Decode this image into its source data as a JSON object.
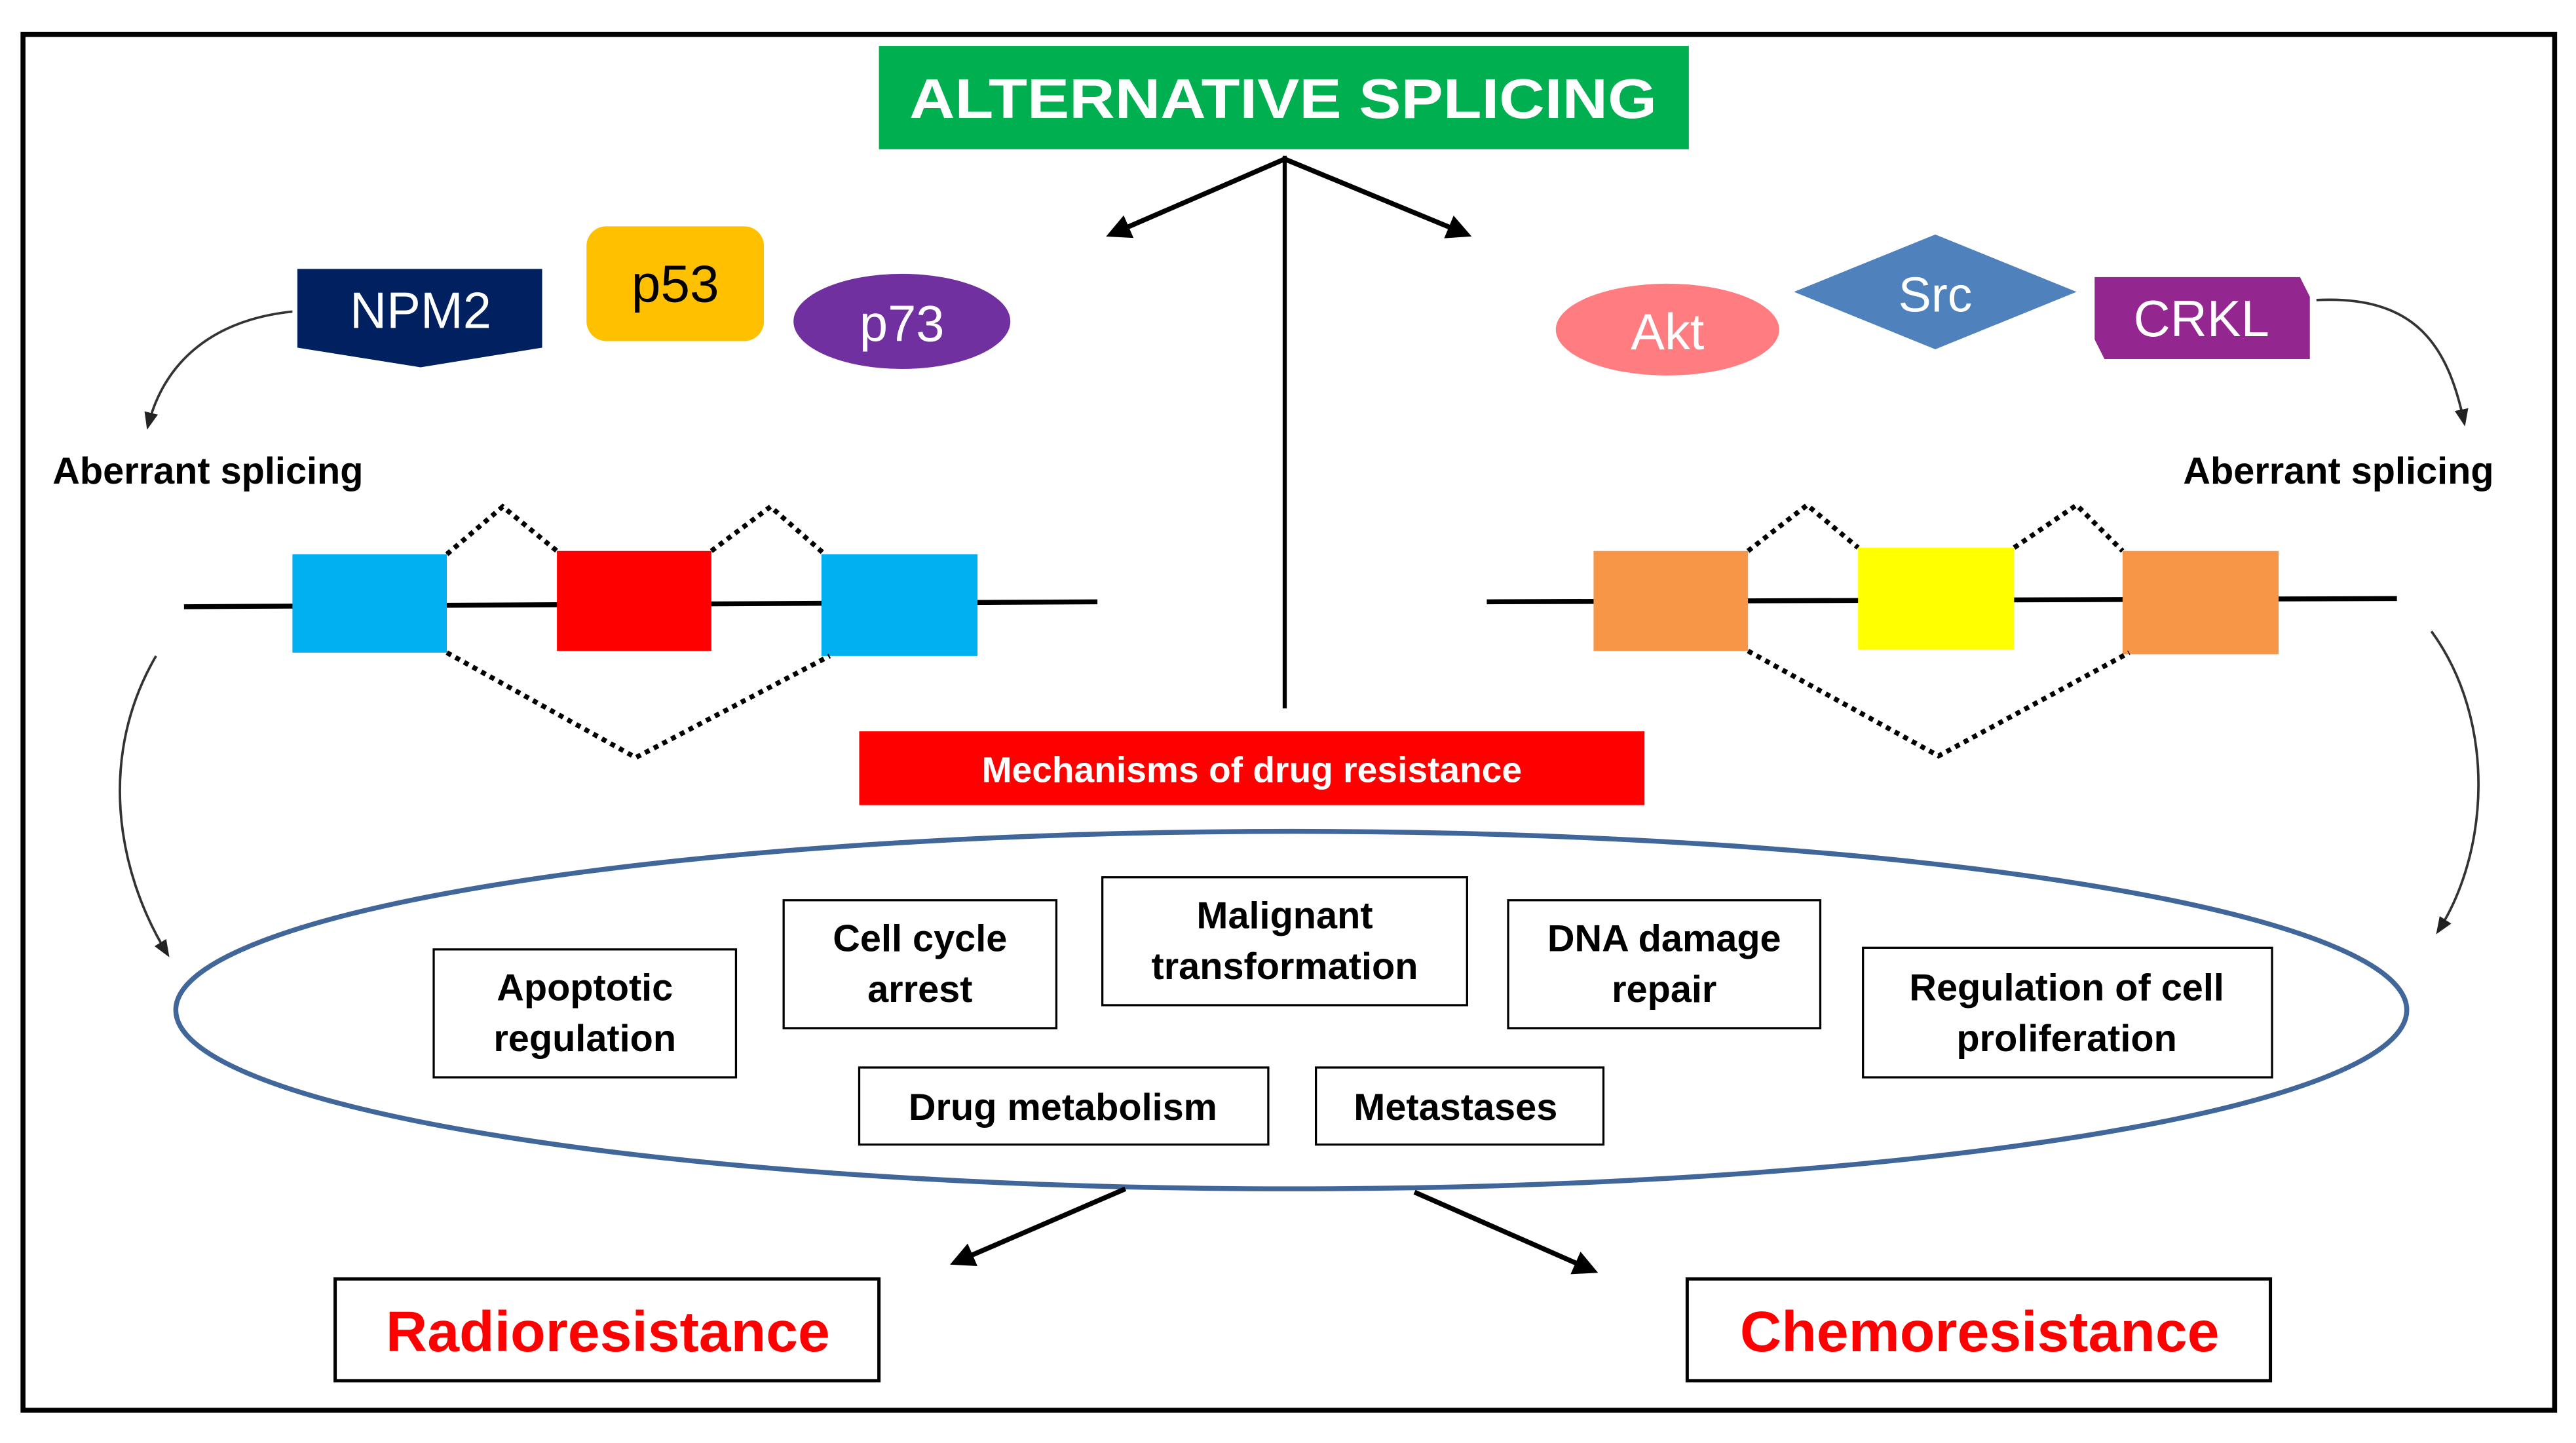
{
  "title": "ALTERNATIVE SPLICING",
  "colors": {
    "title_bg": "#00B050",
    "mechanisms_bg": "#FF0000",
    "outcome_text": "#FF0000",
    "ellipse_stroke": "#41679A",
    "npm2": "#002060",
    "p53": "#FFC000",
    "p73": "#7030A0",
    "akt": "#FF7C80",
    "src": "#4F81BD",
    "crkl": "#93278F",
    "left_constitutive_exon": "#00B0F0",
    "left_alternative_exon": "#FF0000",
    "right_constitutive_exon": "#F79646",
    "right_alternative_exon": "#FFFF00"
  },
  "left": {
    "proteins": [
      {
        "name": "NPM2",
        "shape": "pentagon-down"
      },
      {
        "name": "p53",
        "shape": "rounded-rect"
      },
      {
        "name": "p73",
        "shape": "ellipse"
      }
    ],
    "splicing_label": "Aberrant splicing"
  },
  "right": {
    "proteins": [
      {
        "name": "Akt",
        "shape": "ellipse"
      },
      {
        "name": "Src",
        "shape": "diamond"
      },
      {
        "name": "CRKL",
        "shape": "snipped-rect"
      }
    ],
    "splicing_label": "Aberrant splicing"
  },
  "mechanisms": {
    "header": "Mechanisms of drug resistance",
    "items": [
      {
        "line1": "Apoptotic",
        "line2": "regulation"
      },
      {
        "line1": "Cell cycle",
        "line2": "arrest"
      },
      {
        "line1": "Malignant",
        "line2": "transformation"
      },
      {
        "line1": "DNA damage",
        "line2": "repair"
      },
      {
        "line1": "Regulation of cell",
        "line2": "proliferation"
      },
      {
        "line1": "Drug metabolism",
        "line2": ""
      },
      {
        "line1": "Metastases",
        "line2": ""
      }
    ]
  },
  "outcomes": {
    "left": "Radioresistance",
    "right": "Chemoresistance"
  }
}
